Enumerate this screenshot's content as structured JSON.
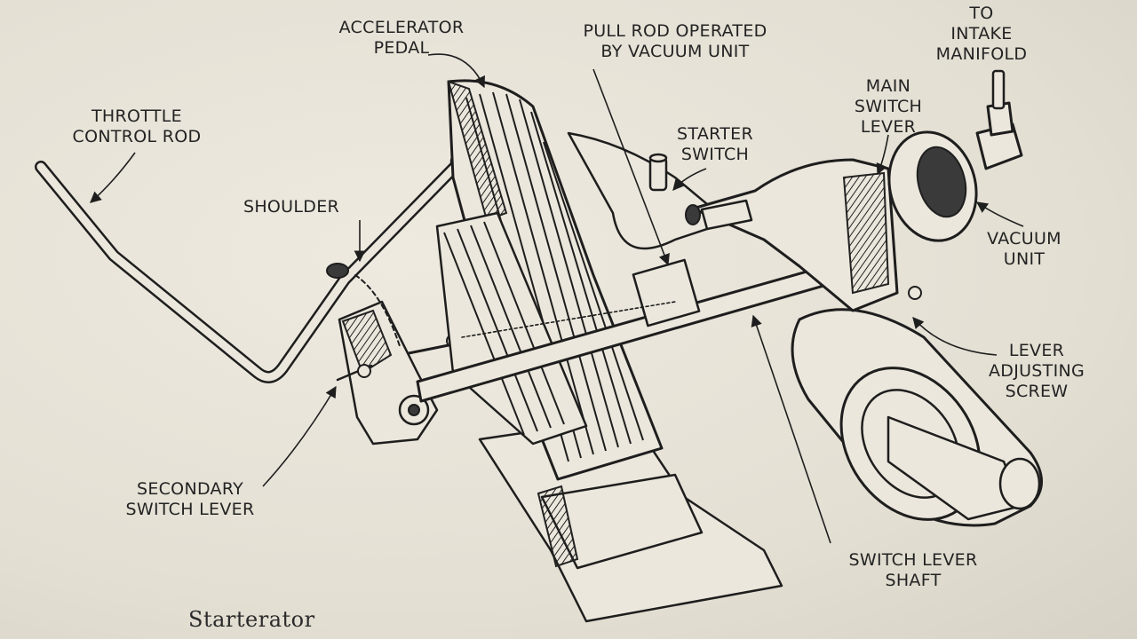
{
  "caption": "Starterator",
  "labels": {
    "throttle_control_rod": [
      "THROTTLE",
      "CONTROL ROD"
    ],
    "accelerator_pedal": [
      "ACCELERATOR",
      "PEDAL"
    ],
    "pull_rod": [
      "PULL ROD OPERATED",
      "BY VACUUM UNIT"
    ],
    "to_intake_manifold": [
      "TO",
      "INTAKE",
      "MANIFOLD"
    ],
    "main_switch_lever": [
      "MAIN",
      "SWITCH",
      "LEVER"
    ],
    "starter_switch": [
      "STARTER",
      "SWITCH"
    ],
    "shoulder": [
      "SHOULDER"
    ],
    "vacuum_unit": [
      "VACUUM",
      "UNIT"
    ],
    "lever_adjusting_screw": [
      "LEVER",
      "ADJUSTING",
      "SCREW"
    ],
    "secondary_switch_lever": [
      "SECONDARY",
      "SWITCH LEVER"
    ],
    "switch_lever_shaft": [
      "SWITCH LEVER",
      "SHAFT"
    ]
  }
}
